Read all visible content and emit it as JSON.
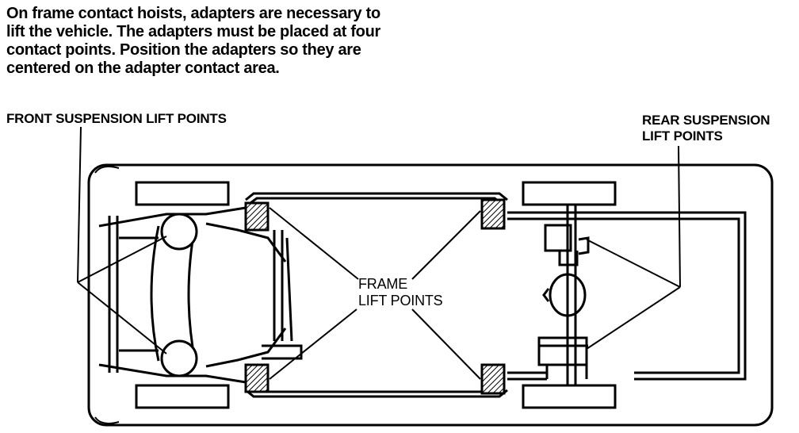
{
  "intro_lines": [
    "On frame contact hoists, adapters are necessary to",
    "lift the vehicle. The adapters must be placed at four",
    "contact points. Position the adapters so they are",
    "centered on the adapter contact area."
  ],
  "labels": {
    "front": [
      "FRONT SUSPENSION LIFT POINTS"
    ],
    "rear": [
      "REAR SUSPENSION",
      "LIFT POINTS"
    ],
    "frame": [
      "FRAME",
      "LIFT POINTS"
    ]
  }
}
